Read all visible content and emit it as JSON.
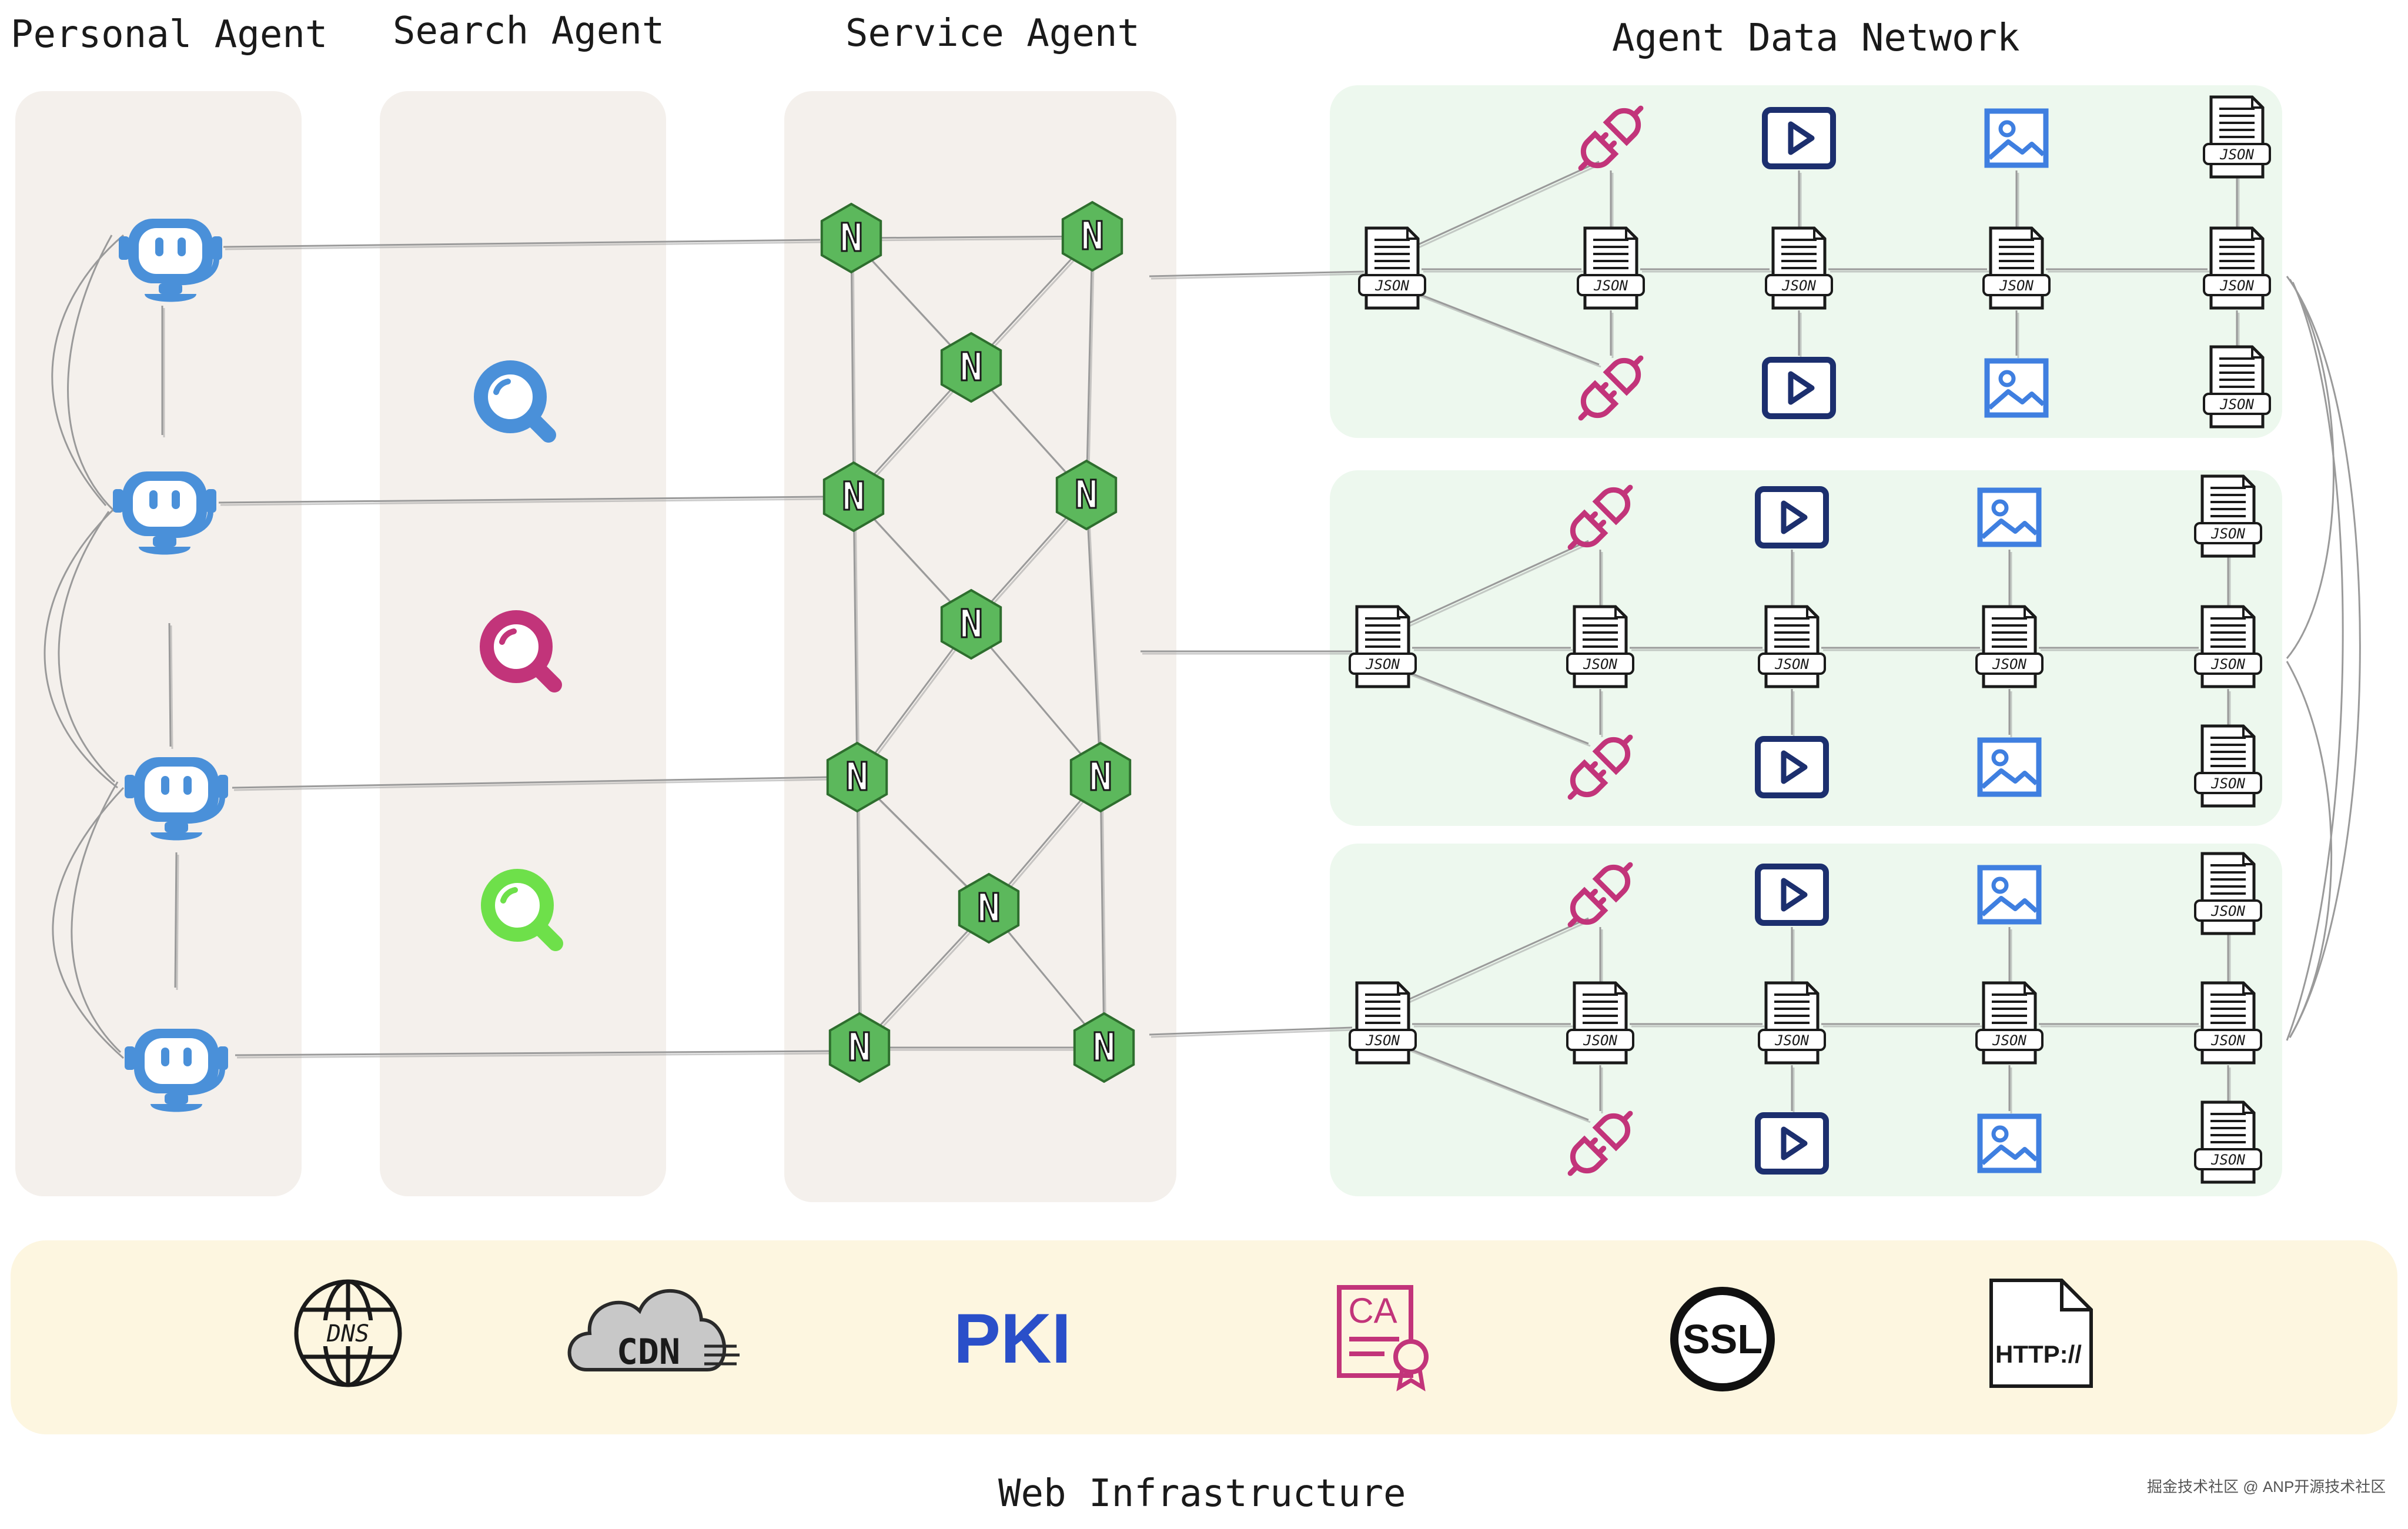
{
  "headers": {
    "personal": "Personal Agent",
    "search": "Search Agent",
    "service": "Service Agent",
    "data_network": "Agent Data Network",
    "web_infra": "Web Infrastructure"
  },
  "file_label": "JSON",
  "node_letter": "N",
  "infra": {
    "dns": "DNS",
    "cdn": "CDN",
    "pki": "PKI",
    "ca": "CA",
    "ssl": "SSL",
    "http": "HTTP://"
  },
  "watermark": "掘金技术社区 @ ANP开源技术社区",
  "colors": {
    "panel": "#f4f0ec",
    "data_panel": "#edf8ee",
    "infra_panel": "#fdf6e0",
    "agent_blue": "#4a90d9",
    "node_green": "#5cb85c",
    "plug": "#c2347a",
    "play": "#1c2f6e",
    "image": "#3f7fe0",
    "pki_blue": "#2a4fc9",
    "ca_pink": "#c2347a",
    "search_colors": [
      "#4a90d9",
      "#c2347a",
      "#6ee04a"
    ]
  },
  "icons": [
    "robot-icon",
    "search-icon",
    "nginx-node-icon",
    "json-file-icon",
    "plug-icon",
    "play-icon",
    "image-icon",
    "globe-icon",
    "cloud-icon",
    "certificate-icon",
    "document-icon"
  ]
}
